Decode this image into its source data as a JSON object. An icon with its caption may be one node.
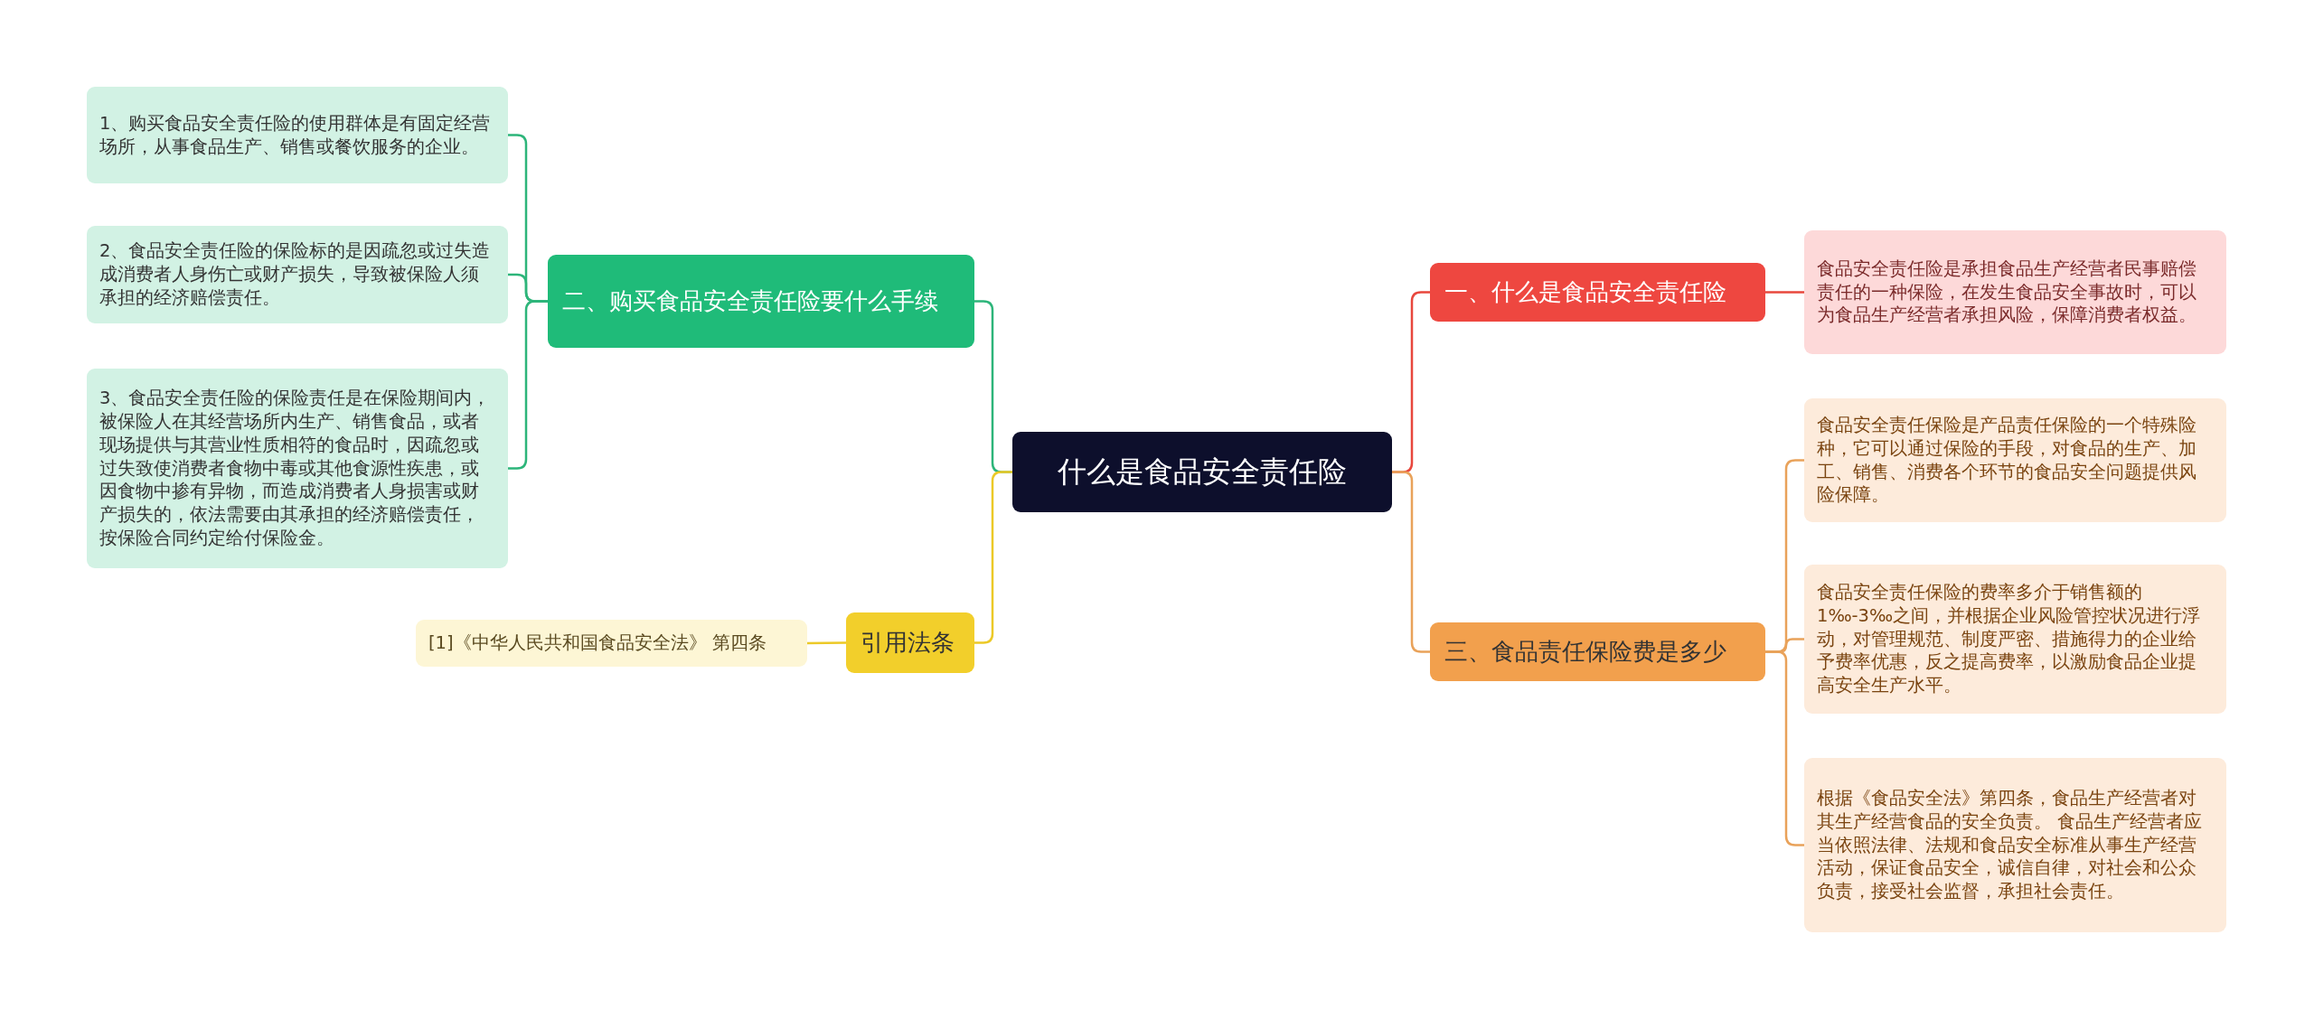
{
  "diagram": {
    "nodes": [
      {
        "text": [
          "什么是食品安全责任险"
        ]
      },
      {
        "text": [
          "二、购买食品安全责任险要什么手续"
        ]
      },
      {
        "text": [
          "1、购买食品安全责任险的使用群体是有固定经营场所，从事食品生产、销售或餐饮服务的企业。"
        ]
      },
      {
        "text": [
          "2、食品安全责任险的保险标的是因疏忽或过失造成消费者人身伤亡或财产损失，导致被保险人须承担的经济赔偿责任。"
        ]
      },
      {
        "text": [
          "3、食品安全责任险的保险责任是在保险期间内，被保险人在其经营场所内生产、销售食品，或者现场提供与其营业性质相符的食品时，因疏忽或过失致使消费者食物中毒或其他食源性疾患，或因食物中掺有异物，而造成消费者人身损害或财产损失的，依法需要由其承担的经济赔偿责任，按保险合同约定给付保险金。"
        ]
      },
      {
        "text": [
          "引用法条"
        ]
      },
      {
        "text": [
          "[1]《中华人民共和国食品安全法》 第四条"
        ]
      },
      {
        "text": [
          "一、什么是食品安全责任险"
        ]
      },
      {
        "text": [
          "食品安全责任险是承担食品生产经营者民事赔偿责任的一种保险，在发生食品安全事故时，可以为食品生产经营者承担风险，保障消费者权益。"
        ]
      },
      {
        "text": [
          "三、食品责任保险费是多少"
        ]
      },
      {
        "text": [
          "食品安全责任保险是产品责任保险的一个特殊险种，它可以通过保险的手段，对食品的生产、加工、销售、消费各个环节的食品安全问题提供风险保障。"
        ]
      },
      {
        "text": [
          "食品安全责任保险的费率多介于销售额的1‰-3‰之间，并根据企业风险管控状况进行浮动，对管理规范、制度严密、措施得力的企业给予费率优惠，反之提高费率，以激励食品企业提高安全生产水平。"
        ]
      },
      {
        "text": [
          "根据《食品安全法》第四条，食品生产经营者对其生产经营食品的安全负责。 食品生产经营者应当依照法律、法规和食品安全标准从事生产经营活动，保证食品安全，诚信自律，对社会和公众负责，接受社会监督，承担社会责任。"
        ]
      }
    ],
    "edges": [
      {
        "from": 0,
        "to": 1,
        "arrow": "none",
        "color": "#2db57a"
      },
      {
        "from": 1,
        "to": 2,
        "arrow": "none",
        "color": "#2db57a"
      },
      {
        "from": 1,
        "to": 3,
        "arrow": "none",
        "color": "#2db57a"
      },
      {
        "from": 1,
        "to": 4,
        "arrow": "none",
        "color": "#2db57a"
      },
      {
        "from": 0,
        "to": 5,
        "arrow": "none",
        "color": "#ecc927"
      },
      {
        "from": 5,
        "to": 6,
        "arrow": "none",
        "color": "#ecc927"
      },
      {
        "from": 0,
        "to": 7,
        "arrow": "none",
        "color": "#e8473d"
      },
      {
        "from": 7,
        "to": 8,
        "arrow": "none",
        "color": "#e8473d"
      },
      {
        "from": 0,
        "to": 9,
        "arrow": "none",
        "color": "#e9a25a"
      },
      {
        "from": 9,
        "to": 10,
        "arrow": "none",
        "color": "#e9a25a"
      },
      {
        "from": 9,
        "to": 11,
        "arrow": "none",
        "color": "#e9a25a"
      },
      {
        "from": 9,
        "to": 12,
        "arrow": "none",
        "color": "#e9a25a"
      }
    ]
  }
}
